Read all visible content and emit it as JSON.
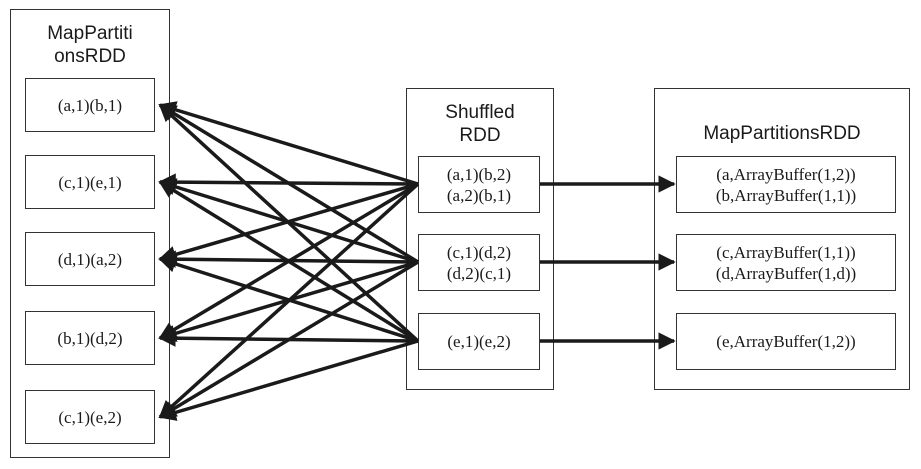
{
  "left_rdd": {
    "title_lines": [
      "MapPartiti",
      "onsRDD"
    ],
    "partitions": [
      [
        "(a,1)(b,1)"
      ],
      [
        "(c,1)(e,1)"
      ],
      [
        "(d,1)(a,2)"
      ],
      [
        "(b,1)(d,2)"
      ],
      [
        "(c,1)(e,2)"
      ]
    ]
  },
  "middle_rdd": {
    "title_lines": [
      "Shuffled",
      "RDD"
    ],
    "partitions": [
      [
        "(a,1)(b,2)",
        "(a,2)(b,1)"
      ],
      [
        "(c,1)(d,2)",
        "(d,2)(c,1)"
      ],
      [
        "(e,1)(e,2)"
      ]
    ]
  },
  "right_rdd": {
    "title_lines": [
      "MapPartitionsRDD"
    ],
    "partitions": [
      [
        "(a,ArrayBuffer(1,2))",
        "(b,ArrayBuffer(1,1))"
      ],
      [
        "(c,ArrayBuffer(1,1))",
        "(d,ArrayBuffer(1,d))"
      ],
      [
        "(e,ArrayBuffer(1,2))"
      ]
    ]
  },
  "colors": {
    "line": "#1a1a1a",
    "border": "#333333"
  }
}
